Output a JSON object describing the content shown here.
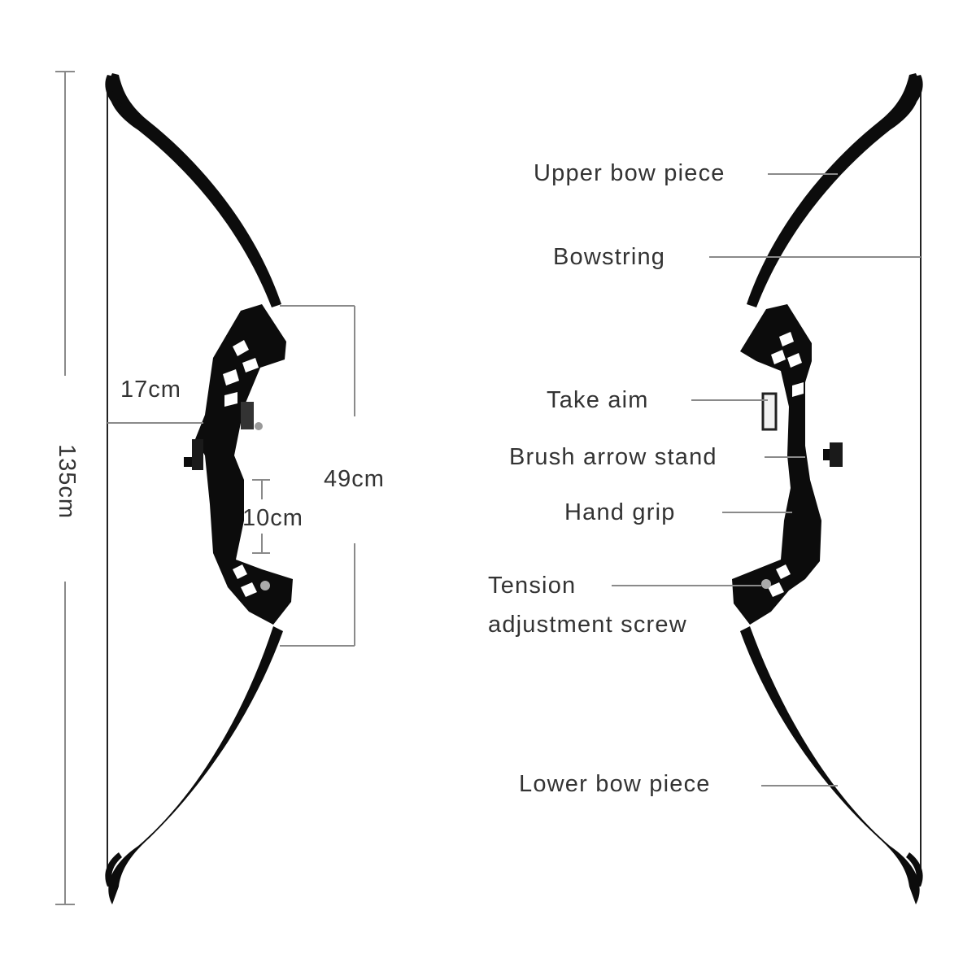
{
  "dimensions": {
    "total_length": "135cm",
    "riser_depth": "17cm",
    "riser_length": "49cm",
    "grip_length": "10cm"
  },
  "parts": {
    "upper_bow_piece": "Upper bow piece",
    "bowstring": "Bowstring",
    "take_aim": "Take aim",
    "brush_arrow_stand": "Brush arrow stand",
    "hand_grip": "Hand grip",
    "tension_line1": "Tension",
    "tension_line2": "adjustment screw",
    "lower_bow_piece": "Lower bow piece"
  },
  "colors": {
    "bow": "#0c0c0c",
    "lines": "#8a8a8a",
    "text": "#333333"
  }
}
